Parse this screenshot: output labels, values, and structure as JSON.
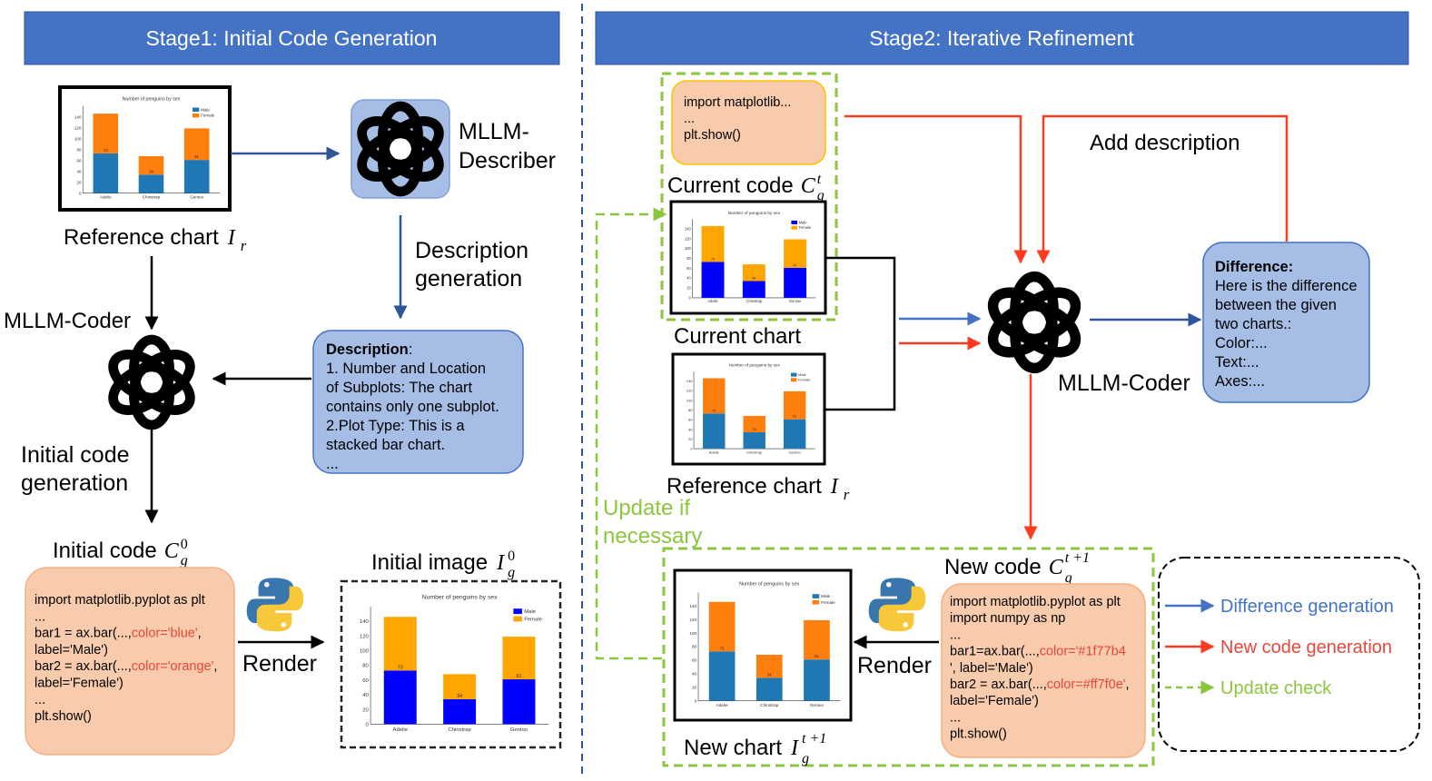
{
  "stage1": {
    "header": "Stage1: Initial Code Generation",
    "reference_label": "Reference chart",
    "reference_symbol": "I",
    "reference_sub": "r",
    "describer_label_line1": "MLLM-",
    "describer_label_line2": "Describer",
    "desc_gen_line1": "Description",
    "desc_gen_line2": "generation",
    "coder_label": "MLLM-Coder",
    "init_gen_line1": "Initial code",
    "init_gen_line2": "generation",
    "description_box": {
      "title": "Description",
      "title_suffix": ":",
      "lines": [
        "1. Number and Location",
        "of Subplots: The chart",
        "contains only one subplot.",
        "2.Plot Type: This is a",
        "stacked bar chart.",
        "..."
      ]
    },
    "init_code_label": "Initial code",
    "init_code_symbol": "C",
    "init_code_sub": "g",
    "init_code_sup": "0",
    "code_lines": [
      {
        "t": "import matplotlib.pyplot as plt"
      },
      {
        "t": "..."
      },
      {
        "t": "bar1 = ax.bar(...,",
        "r": "color='blue'",
        "e": ","
      },
      {
        "t": "label='Male')"
      },
      {
        "t": "bar2 = ax.bar(...,",
        "r": "color='orange'",
        "e": ","
      },
      {
        "t": "label='Female')"
      },
      {
        "t": "..."
      },
      {
        "t": "plt.show()"
      }
    ],
    "render_label": "Render",
    "init_image_label": "Initial image",
    "init_image_symbol": "I",
    "init_image_sub": "g",
    "init_image_sup": "0"
  },
  "stage2": {
    "header": "Stage2: Iterative Refinement",
    "current_code_lines": [
      "import matplotlib...",
      "...",
      "plt.show()"
    ],
    "current_code_label": "Current code",
    "current_code_symbol": "C",
    "current_code_sub": "g",
    "current_code_sup": "t",
    "add_description": "Add description",
    "current_chart_label": "Current chart",
    "reference_label": "Reference chart",
    "reference_symbol": "I",
    "reference_sub": "r",
    "update_line1": "Update if",
    "update_line2": "necessary",
    "coder_label": "MLLM-Coder",
    "difference_box": {
      "title": "Difference:",
      "lines": [
        "Here is the difference",
        "between the given",
        "two charts.:",
        "Color:...",
        "Text:...",
        "Axes:..."
      ]
    },
    "new_code_label": "New code",
    "new_code_symbol": "C",
    "new_code_sub": "g",
    "new_code_sup": "t +1",
    "new_code_lines": [
      {
        "t": "import matplotlib.pyplot as plt"
      },
      {
        "t": "import numpy as np"
      },
      {
        "t": "..."
      },
      {
        "t": "bar1=ax.bar(...,",
        "r": "color='#1f77b4"
      },
      {
        "t": "', label='Male')"
      },
      {
        "t": "bar2 = ax.bar(...,",
        "r": "color=#ff7f0e'",
        "e": ","
      },
      {
        "t": "label='Female')"
      },
      {
        "t": "..."
      },
      {
        "t": "plt.show()"
      }
    ],
    "render_label": "Render",
    "new_chart_label": "New chart",
    "new_chart_symbol": "I",
    "new_chart_sub": "g",
    "new_chart_sup": "t +1"
  },
  "legend": {
    "items": [
      {
        "label": "Difference generation",
        "color": "#4472c4",
        "style": "solid"
      },
      {
        "label": "New code generation",
        "color": "#e8463a",
        "style": "solid"
      },
      {
        "label": "Update check",
        "color": "#8cc63f",
        "style": "dashed"
      }
    ]
  },
  "chart_data": [
    {
      "type": "bar",
      "title": "Number of penguins by sex",
      "categories": [
        "Adelie",
        "Chinstrap",
        "Gentoo"
      ],
      "series": [
        {
          "name": "Male",
          "values": [
            73,
            34,
            61
          ]
        },
        {
          "name": "Female",
          "values": [
            73,
            34,
            58
          ]
        }
      ],
      "ylim": [
        0,
        160
      ],
      "yticks": [
        "0",
        "20",
        "40",
        "60",
        "80",
        "100",
        "120",
        "140"
      ],
      "colors_default": [
        "#1f77b4",
        "#ff7f0e"
      ],
      "colors_initial": [
        "#0000ff",
        "#ffa500"
      ],
      "bar_labels": [
        "73",
        "34",
        "61"
      ],
      "legend": "top-right"
    }
  ],
  "colors": {
    "header_bg": "#4472c4",
    "code_bg": "#f8cbad",
    "code_border": "#f4b183",
    "desc_bg": "#a6bee6",
    "red": "#e8463a",
    "blue": "#2f5597",
    "green": "#8cc63f"
  }
}
